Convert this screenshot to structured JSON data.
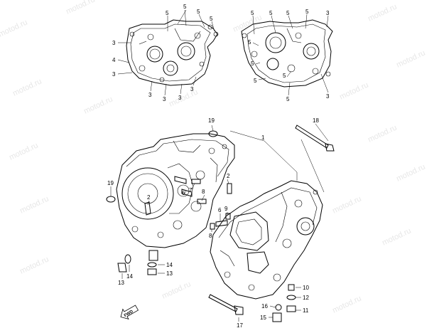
{
  "watermark": {
    "text": "motod.ru"
  },
  "callouts": {
    "c1": "1",
    "c2a": "2",
    "c2b": "2",
    "c3": "3",
    "c4": "4",
    "c5": "5",
    "c6": "6",
    "c7": "7",
    "c8": "8",
    "c9": "9",
    "c10": "10",
    "c11": "11",
    "c12": "12",
    "c13a": "13",
    "c13b": "13",
    "c14a": "14",
    "c14b": "14",
    "c15": "15",
    "c16": "16",
    "c17": "17",
    "c18": "18",
    "c19a": "19",
    "c19b": "19"
  },
  "fwd_arrow": {
    "label": "FWD"
  }
}
